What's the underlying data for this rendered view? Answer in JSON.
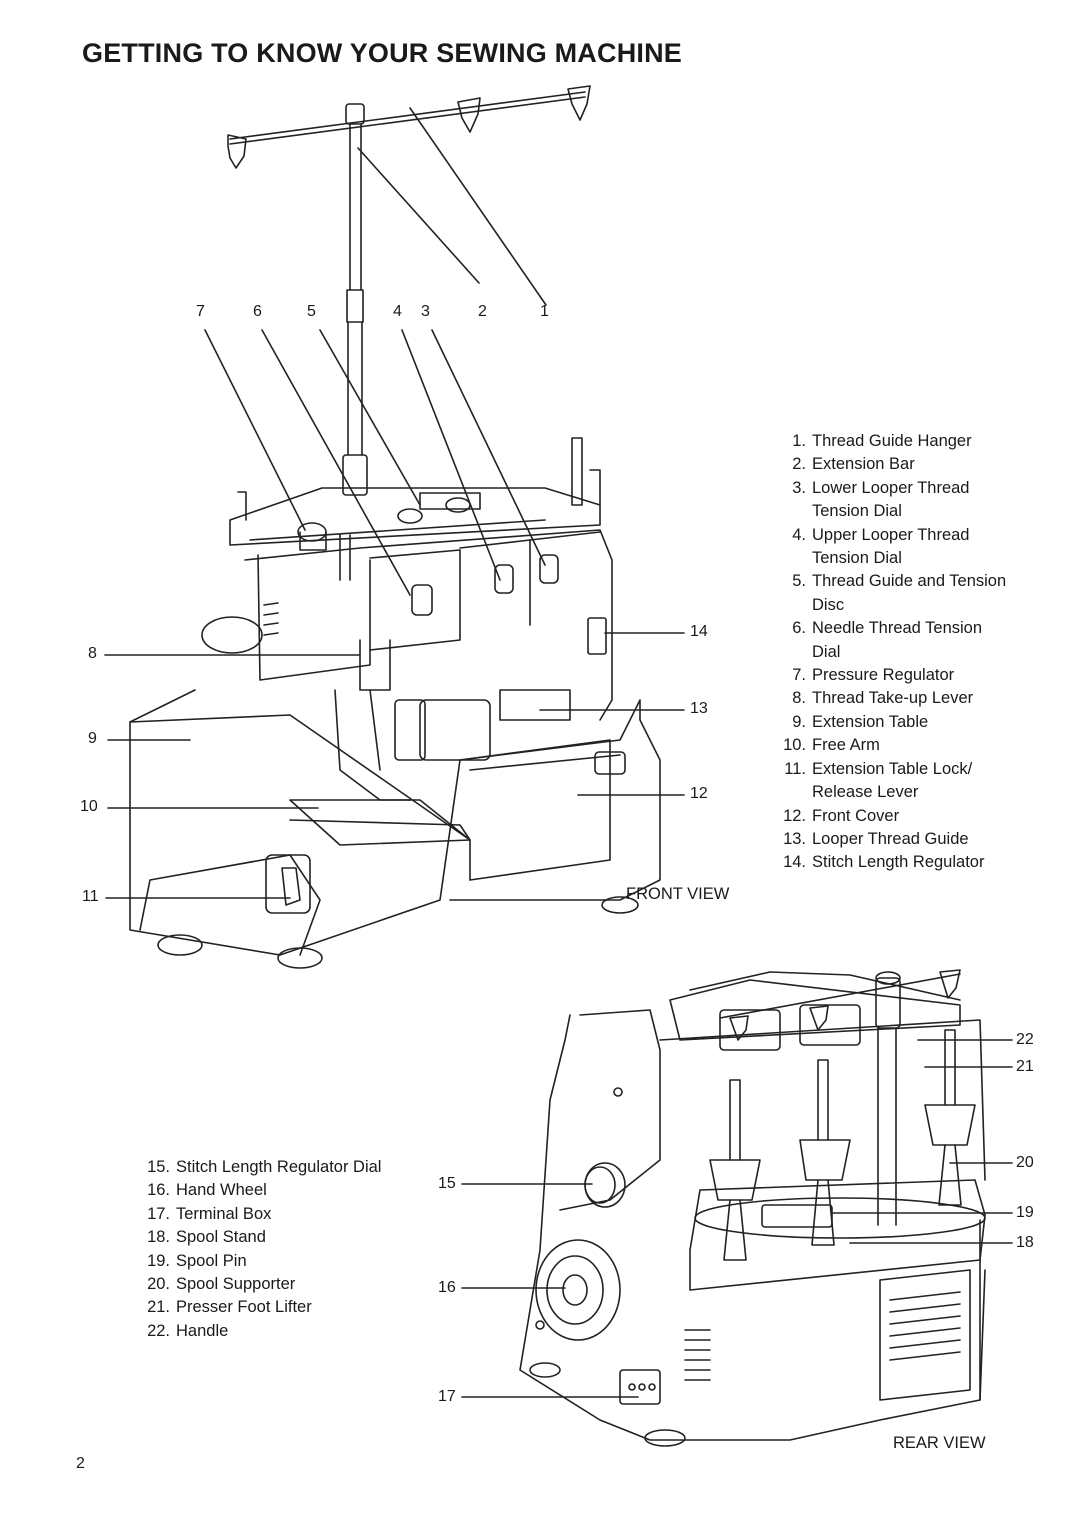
{
  "page": {
    "title": "GETTING TO KNOW YOUR SEWING MACHINE",
    "page_number": "2"
  },
  "front_view": {
    "label": "FRONT VIEW",
    "callouts": [
      "1",
      "2",
      "3",
      "4",
      "5",
      "6",
      "7",
      "8",
      "9",
      "10",
      "11",
      "12",
      "13",
      "14"
    ],
    "legend": [
      {
        "n": "1.",
        "lines": [
          "Thread Guide Hanger"
        ]
      },
      {
        "n": "2.",
        "lines": [
          "Extension Bar"
        ]
      },
      {
        "n": "3.",
        "lines": [
          "Lower Looper Thread",
          "Tension Dial"
        ]
      },
      {
        "n": "4.",
        "lines": [
          "Upper Looper Thread",
          "Tension Dial"
        ]
      },
      {
        "n": "5.",
        "lines": [
          "Thread Guide and Tension",
          "Disc"
        ]
      },
      {
        "n": "6.",
        "lines": [
          "Needle Thread Tension",
          "Dial"
        ]
      },
      {
        "n": "7.",
        "lines": [
          "Pressure Regulator"
        ]
      },
      {
        "n": "8.",
        "lines": [
          "Thread Take-up Lever"
        ]
      },
      {
        "n": "9.",
        "lines": [
          "Extension Table"
        ]
      },
      {
        "n": "10.",
        "lines": [
          "Free Arm"
        ]
      },
      {
        "n": "11.",
        "lines": [
          "Extension Table Lock/",
          "Release Lever"
        ]
      },
      {
        "n": "12.",
        "lines": [
          "Front Cover"
        ]
      },
      {
        "n": "13.",
        "lines": [
          "Looper Thread Guide"
        ]
      },
      {
        "n": "14.",
        "lines": [
          "Stitch Length Regulator"
        ]
      }
    ]
  },
  "rear_view": {
    "label": "REAR VIEW",
    "callouts": [
      "15",
      "16",
      "17",
      "18",
      "19",
      "20",
      "21",
      "22"
    ],
    "legend": [
      {
        "n": "15.",
        "lines": [
          "Stitch Length Regulator Dial"
        ]
      },
      {
        "n": "16.",
        "lines": [
          "Hand Wheel"
        ]
      },
      {
        "n": "17.",
        "lines": [
          "Terminal Box"
        ]
      },
      {
        "n": "18.",
        "lines": [
          "Spool Stand"
        ]
      },
      {
        "n": "19.",
        "lines": [
          "Spool Pin"
        ]
      },
      {
        "n": "20.",
        "lines": [
          "Spool Supporter"
        ]
      },
      {
        "n": "21.",
        "lines": [
          "Presser Foot Lifter"
        ]
      },
      {
        "n": "22.",
        "lines": [
          "Handle"
        ]
      }
    ]
  }
}
